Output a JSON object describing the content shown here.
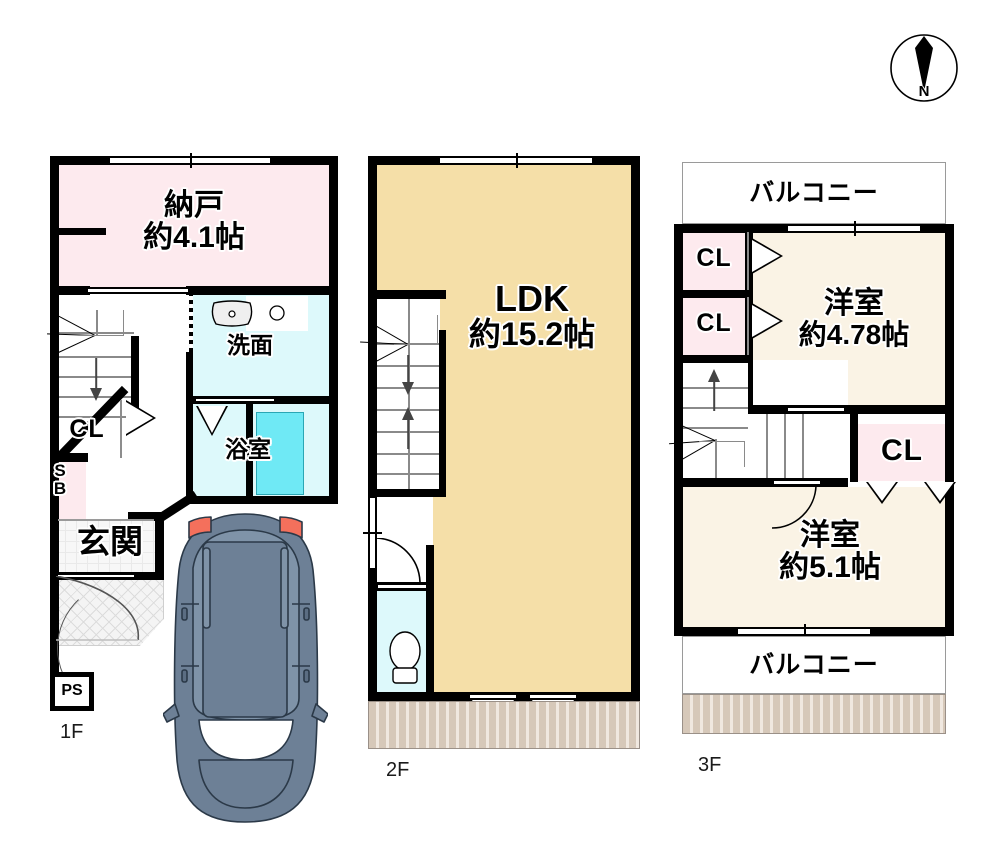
{
  "document": {
    "type": "floor-plan",
    "title": "3-story house floor plan",
    "floors": [
      {
        "id": "1F",
        "label": "1F",
        "rooms": [
          {
            "name": "nando",
            "line1": "納戸",
            "line2": "約4.1帖",
            "fill": "#fdeaee"
          },
          {
            "name": "senmen",
            "line1": "洗面",
            "line2": "",
            "fill": "#ddf9fb"
          },
          {
            "name": "yokushitsu",
            "line1": "浴室",
            "line2": "",
            "fill": "#ddf9fb"
          },
          {
            "name": "genkan",
            "line1": "玄関",
            "line2": "",
            "fill": "#f7f7f7"
          }
        ],
        "closets": [
          {
            "label": "CL"
          }
        ],
        "markers": [
          {
            "label": "SB"
          },
          {
            "label": "PS"
          }
        ]
      },
      {
        "id": "2F",
        "label": "2F",
        "rooms": [
          {
            "name": "ldk",
            "line1": "LDK",
            "line2": "約15.2帖",
            "fill": "#f5dfa8"
          },
          {
            "name": "toilet",
            "line1": "",
            "line2": "",
            "fill": "#ddf9fb"
          }
        ]
      },
      {
        "id": "3F",
        "label": "3F",
        "rooms": [
          {
            "name": "youshitsu-upper",
            "line1": "洋室",
            "line2": "約4.78帖",
            "fill": "#faf3e5"
          },
          {
            "name": "youshitsu-lower",
            "line1": "洋室",
            "line2": "約5.1帖",
            "fill": "#faf3e5"
          }
        ],
        "balconies": [
          {
            "label": "バルコニー",
            "position": "top"
          },
          {
            "label": "バルコニー",
            "position": "bottom"
          }
        ],
        "closets": [
          {
            "label": "CL"
          },
          {
            "label": "CL"
          },
          {
            "label": "CL"
          }
        ]
      }
    ],
    "compass": {
      "label": "N"
    },
    "colors": {
      "wall": "#000000",
      "storage_pink": "#fdeaee",
      "bedroom_cream": "#faf3e5",
      "ldk_sand": "#f5dfa8",
      "water_cyan": "#ddf9fb",
      "bathtub_cyan": "#6fe9f5",
      "deck_tan": "#d6c8b9",
      "car_body": "#6d8096",
      "car_taillight": "#f4705c"
    }
  }
}
